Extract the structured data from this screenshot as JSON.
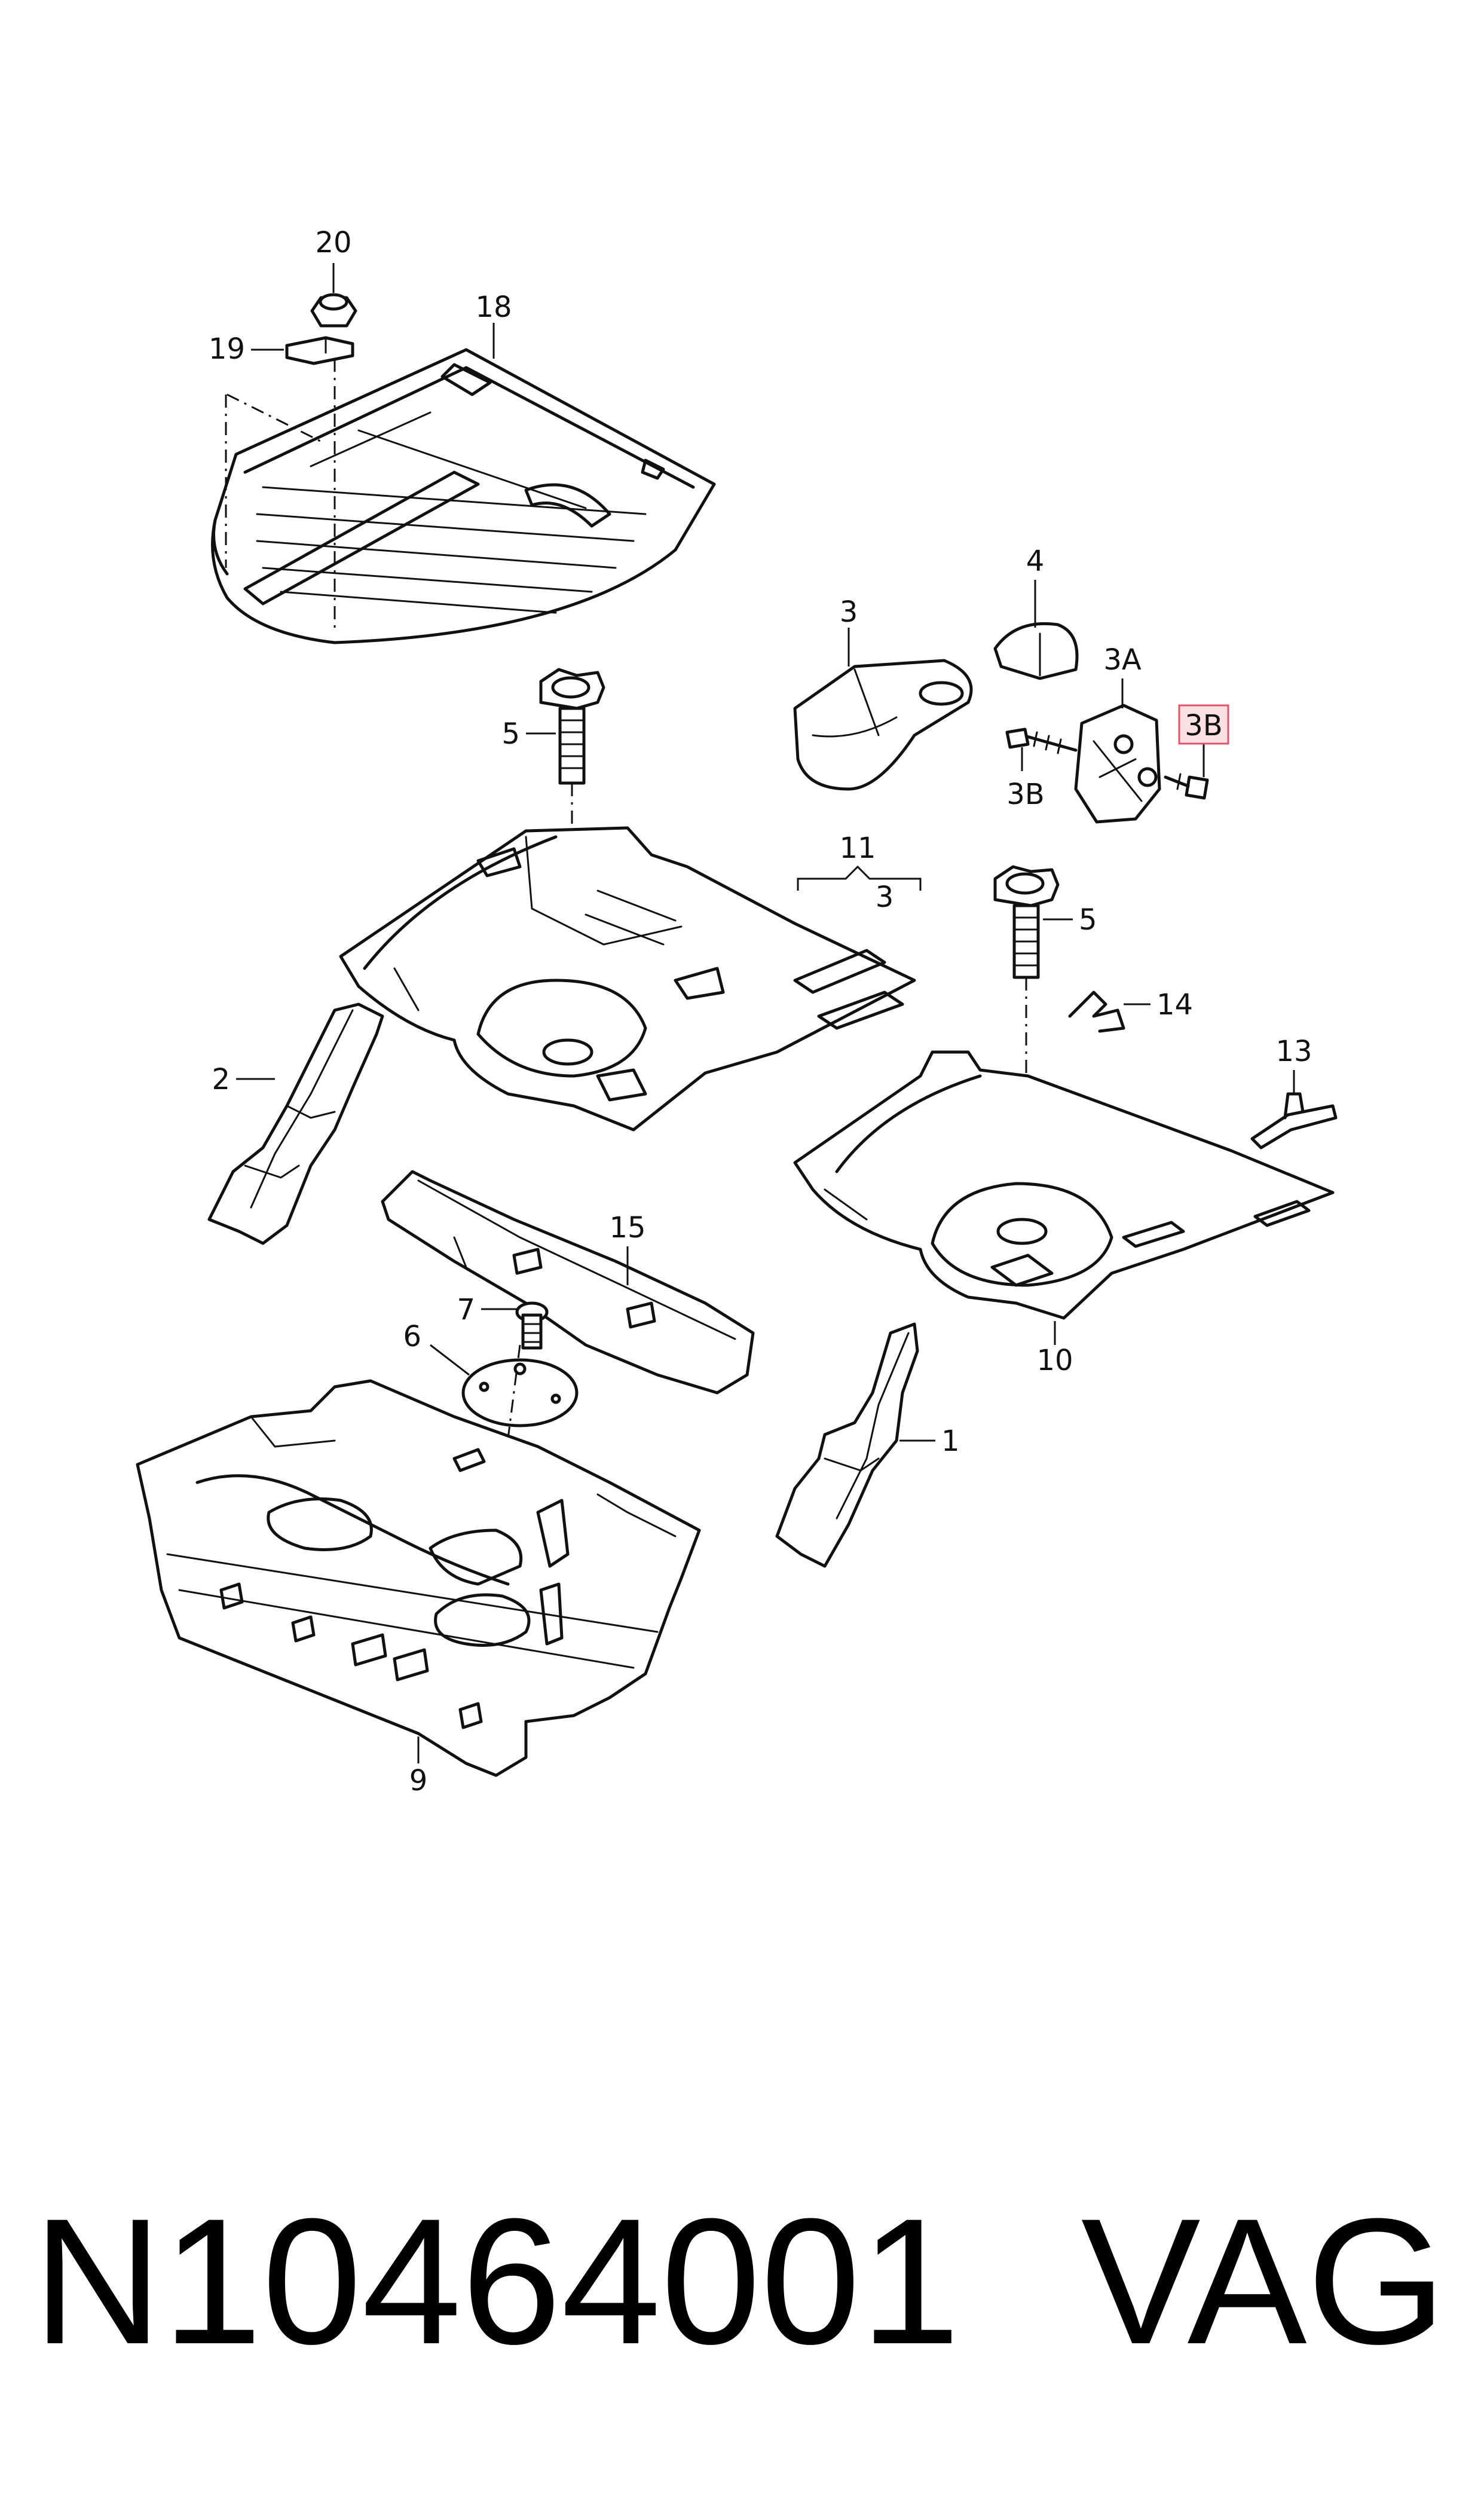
{
  "callouts": {
    "c20": "20",
    "c19": "19",
    "c18": "18",
    "c4": "4",
    "c3_top": "3",
    "c3a": "3A",
    "c3b_highlight": "3B",
    "c3b_lower": "3B",
    "c5_left": "5",
    "c11": "11",
    "c3_mid": "3",
    "c5_right": "5",
    "c14": "14",
    "c2": "2",
    "c13": "13",
    "c15": "15",
    "c7": "7",
    "c6": "6",
    "c10": "10",
    "c1": "1",
    "c9": "9"
  },
  "footer": {
    "part_number": "N10464001",
    "brand": "VAG"
  },
  "colors": {
    "line": "#111111",
    "highlight_fill": "#fbe0e3",
    "highlight_stroke": "#e0536a"
  }
}
